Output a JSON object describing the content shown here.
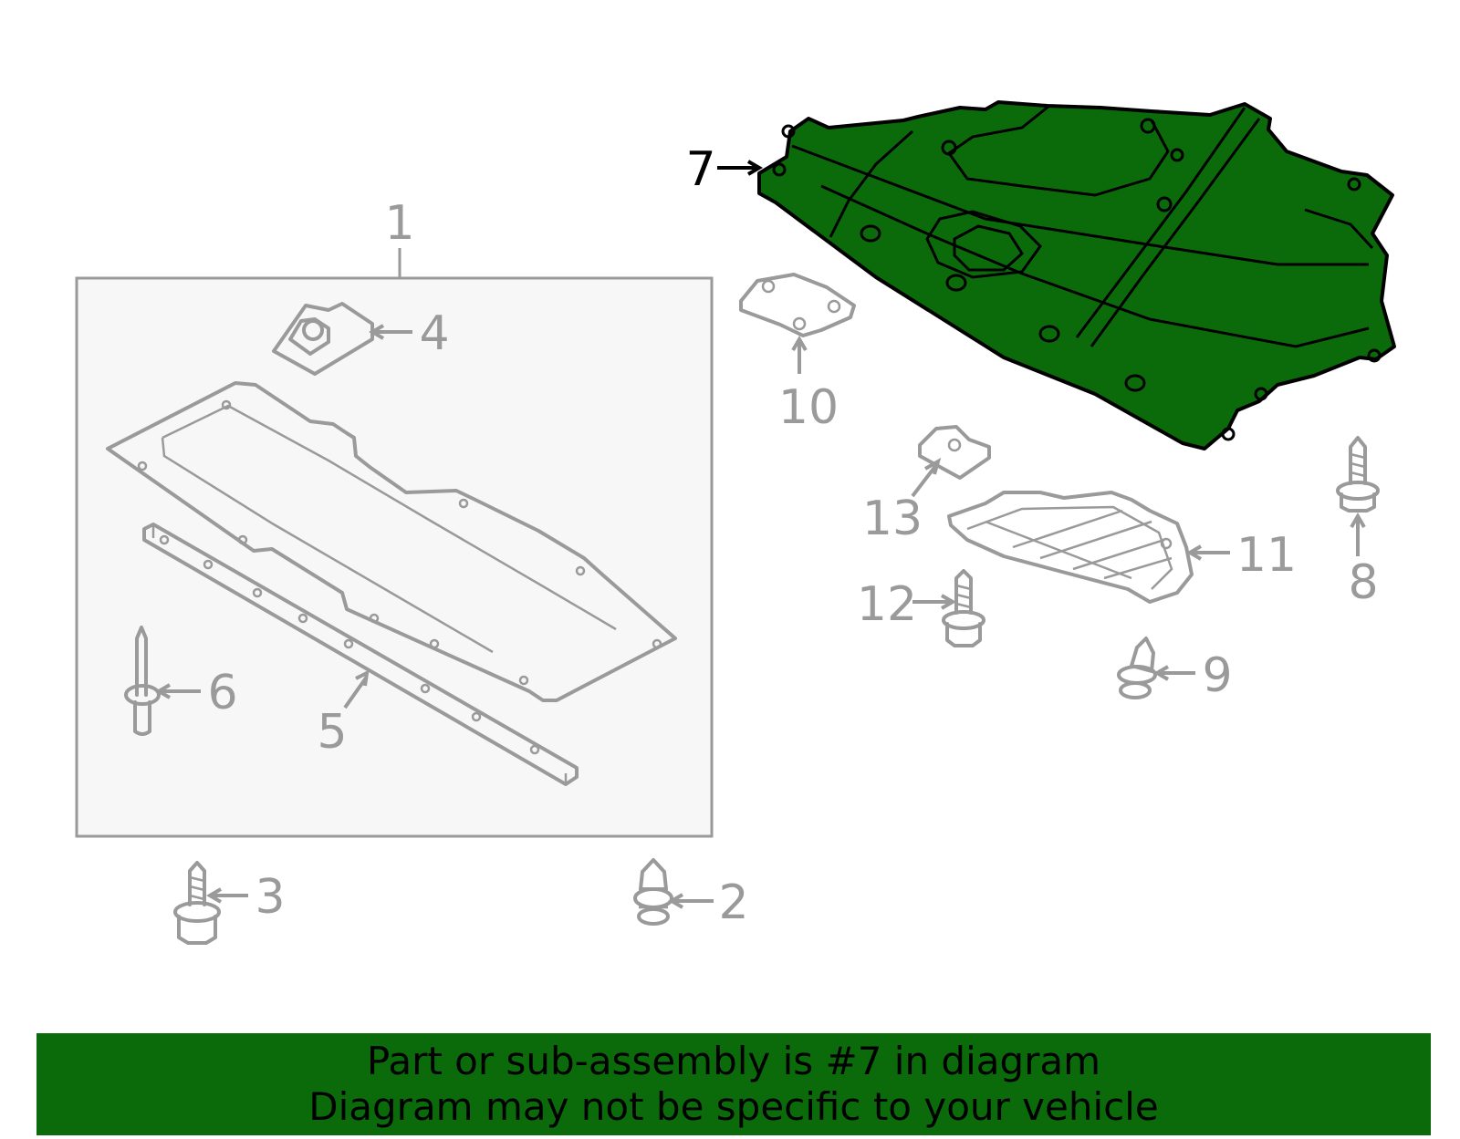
{
  "colors": {
    "highlight_part": "#0b6b0b",
    "banner_background": "#0b6b0b",
    "part_outline": "#9a9a9a",
    "assembly_box_fill": "#f7f7f7"
  },
  "callouts": {
    "c1": "1",
    "c2": "2",
    "c3": "3",
    "c4": "4",
    "c5": "5",
    "c6": "6",
    "c7": "7",
    "c8": "8",
    "c9": "9",
    "c10": "10",
    "c11": "11",
    "c12": "12",
    "c13": "13"
  },
  "highlighted_part": "7",
  "banner": {
    "line1": "Part or sub-assembly is #7 in diagram",
    "line2": "Diagram may not be specific to your vehicle"
  }
}
